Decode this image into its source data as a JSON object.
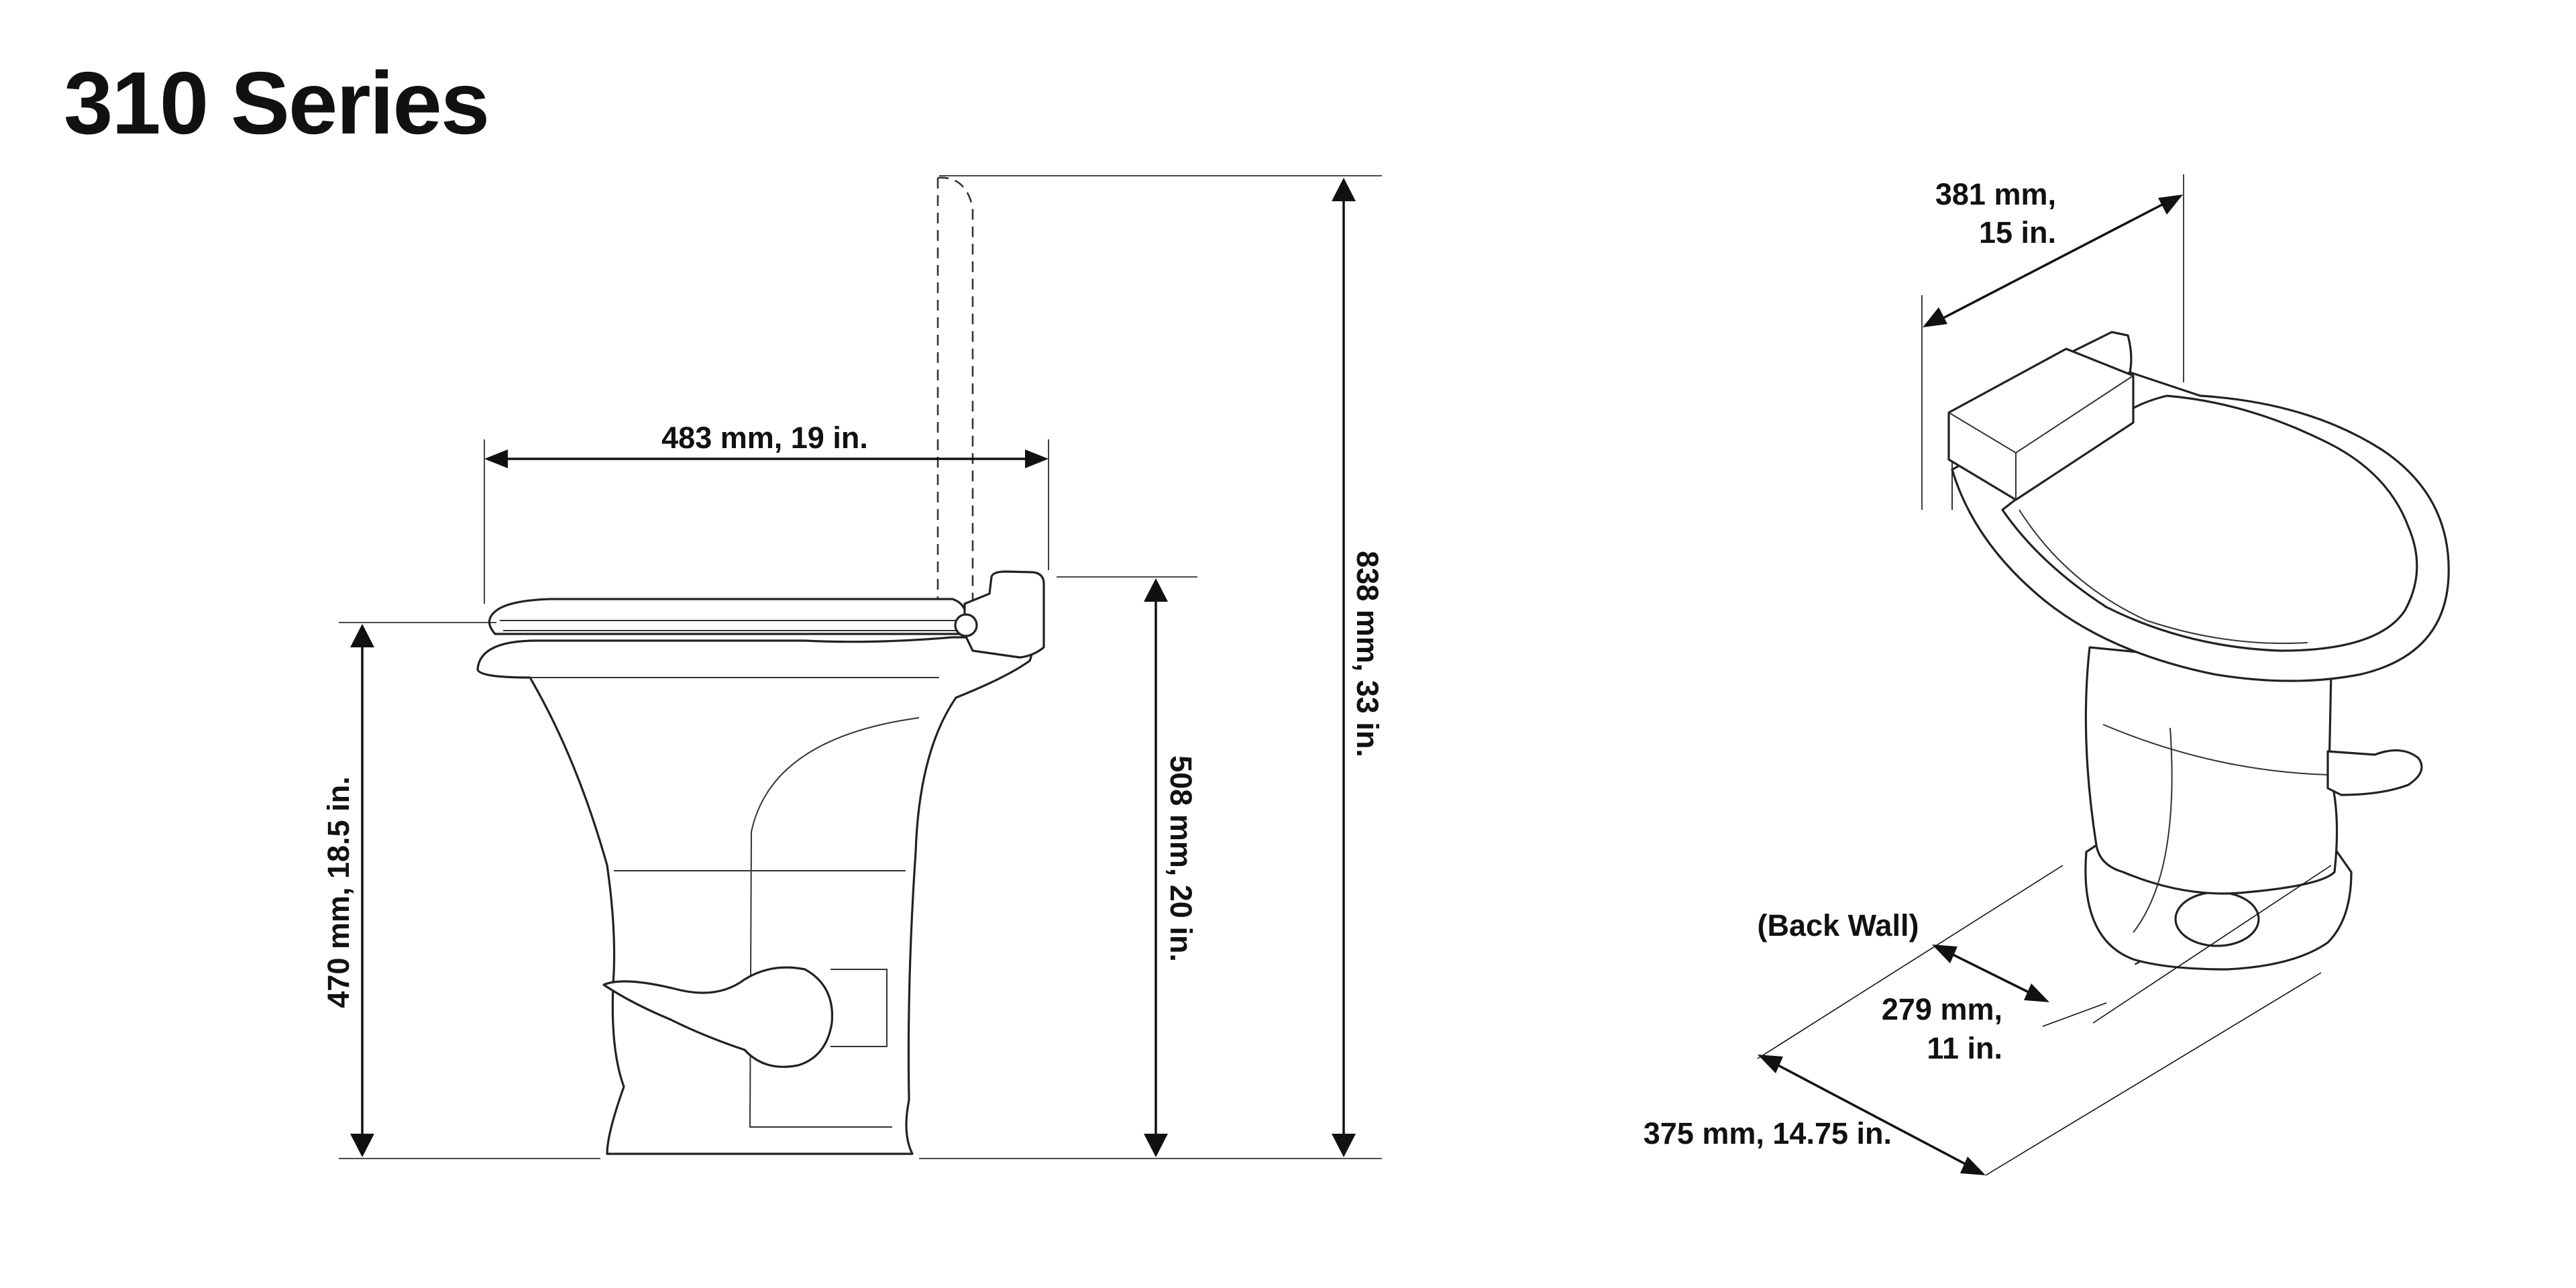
{
  "title": "310 Series",
  "dimensions": {
    "front_width": "483 mm, 19 in.",
    "seat_height": "470 mm, 18.5 in.",
    "pedal_height": "508 mm, 20 in.",
    "total_height": "838 mm, 33 in.",
    "top_width_line1": "381 mm,",
    "top_width_line2": "15 in.",
    "back_wall": "(Back Wall)",
    "outlet_line1": "279 mm,",
    "outlet_line2": "11 in.",
    "base_depth": "375 mm, 14.75 in."
  }
}
